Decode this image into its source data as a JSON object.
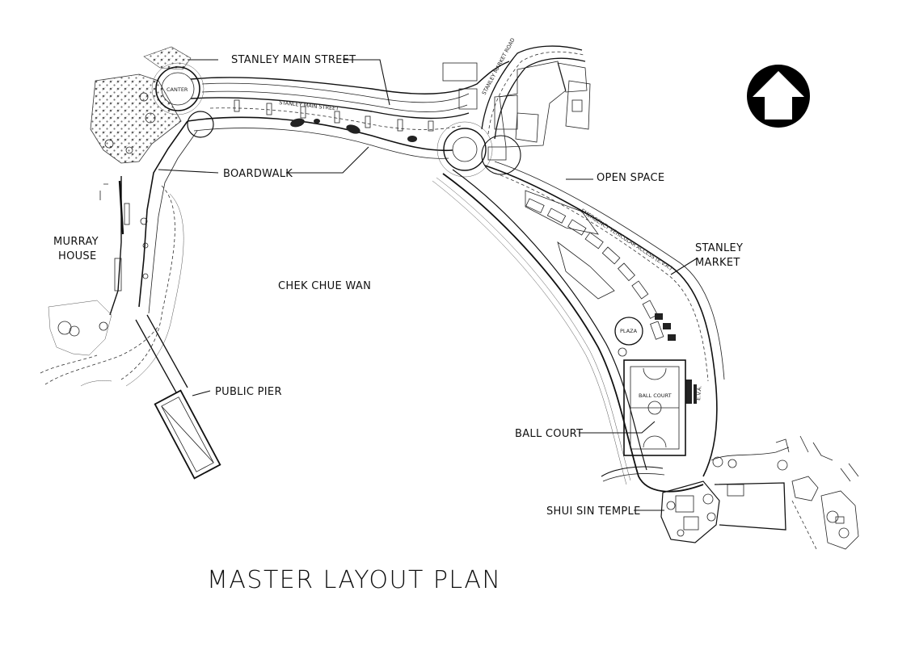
{
  "title": "MASTER LAYOUT PLAN",
  "labels": {
    "stanley_main_street": "STANLEY MAIN STREET",
    "boardwalk": "BOARDWALK",
    "murray_house_1": "MURRAY",
    "murray_house_2": "HOUSE",
    "chek_chue_wan": "CHEK CHUE WAN",
    "public_pier": "PUBLIC PIER",
    "open_space": "OPEN SPACE",
    "stanley_market_1": "STANLEY",
    "stanley_market_2": "MARKET",
    "ball_court": "BALL COURT",
    "shui_sin_temple": "SHUI SIN TEMPLE"
  },
  "plan_text": {
    "canter": "CANTER",
    "street_marking": "STANLEY MAIN STREET",
    "market_road": "STANLEY MARKET ROAD",
    "eva": "EMERGENCY VEHICULAR ACCESS (E.V.A.)",
    "ball_court_inner": "BALL COURT",
    "eva_short": "E.V.A.",
    "plaza": "PLAZA"
  },
  "north_arrow": {
    "icon": "north-arrow-icon",
    "color": "#000000"
  },
  "colors": {
    "ink": "#111111",
    "background": "#ffffff"
  }
}
